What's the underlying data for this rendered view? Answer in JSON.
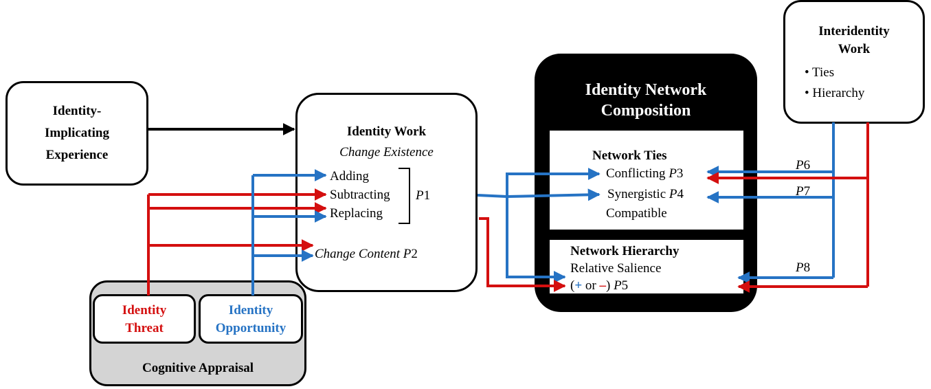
{
  "experience": {
    "lines": [
      "Identity-",
      "Implicating",
      "Experience"
    ]
  },
  "identity_work": {
    "title": "Identity Work",
    "change_existence": "Change Existence",
    "items": [
      "Adding",
      "Subtracting",
      "Replacing"
    ],
    "p1": "P1",
    "change_content": "Change Content",
    "p2": "P2"
  },
  "appraisal": {
    "title": "Cognitive Appraisal",
    "threat": [
      "Identity",
      "Threat"
    ],
    "opportunity": [
      "Identity",
      "Opportunity"
    ]
  },
  "network": {
    "title": [
      "Identity Network",
      "Composition"
    ],
    "ties": {
      "title": "Network Ties",
      "conflicting": "Conflicting",
      "p3": "P3",
      "synergistic": "Synergistic",
      "p4": "P4",
      "compatible": "Compatible"
    },
    "hierarchy": {
      "title": "Network Hierarchy",
      "relative": "Relative Salience",
      "open": "(",
      "plus": "+",
      "or": "or",
      "minus": "–",
      "close": ")",
      "p5": "P5"
    }
  },
  "interidentity": {
    "title": [
      "Interidentity",
      "Work"
    ],
    "bullets": [
      "• Ties",
      "• Hierarchy"
    ]
  },
  "props": {
    "p6": "P6",
    "p7": "P7",
    "p8": "P8"
  },
  "colors": {
    "threat": "#d40f0f",
    "opportunity": "#2673c4",
    "neutral": "#000000"
  }
}
